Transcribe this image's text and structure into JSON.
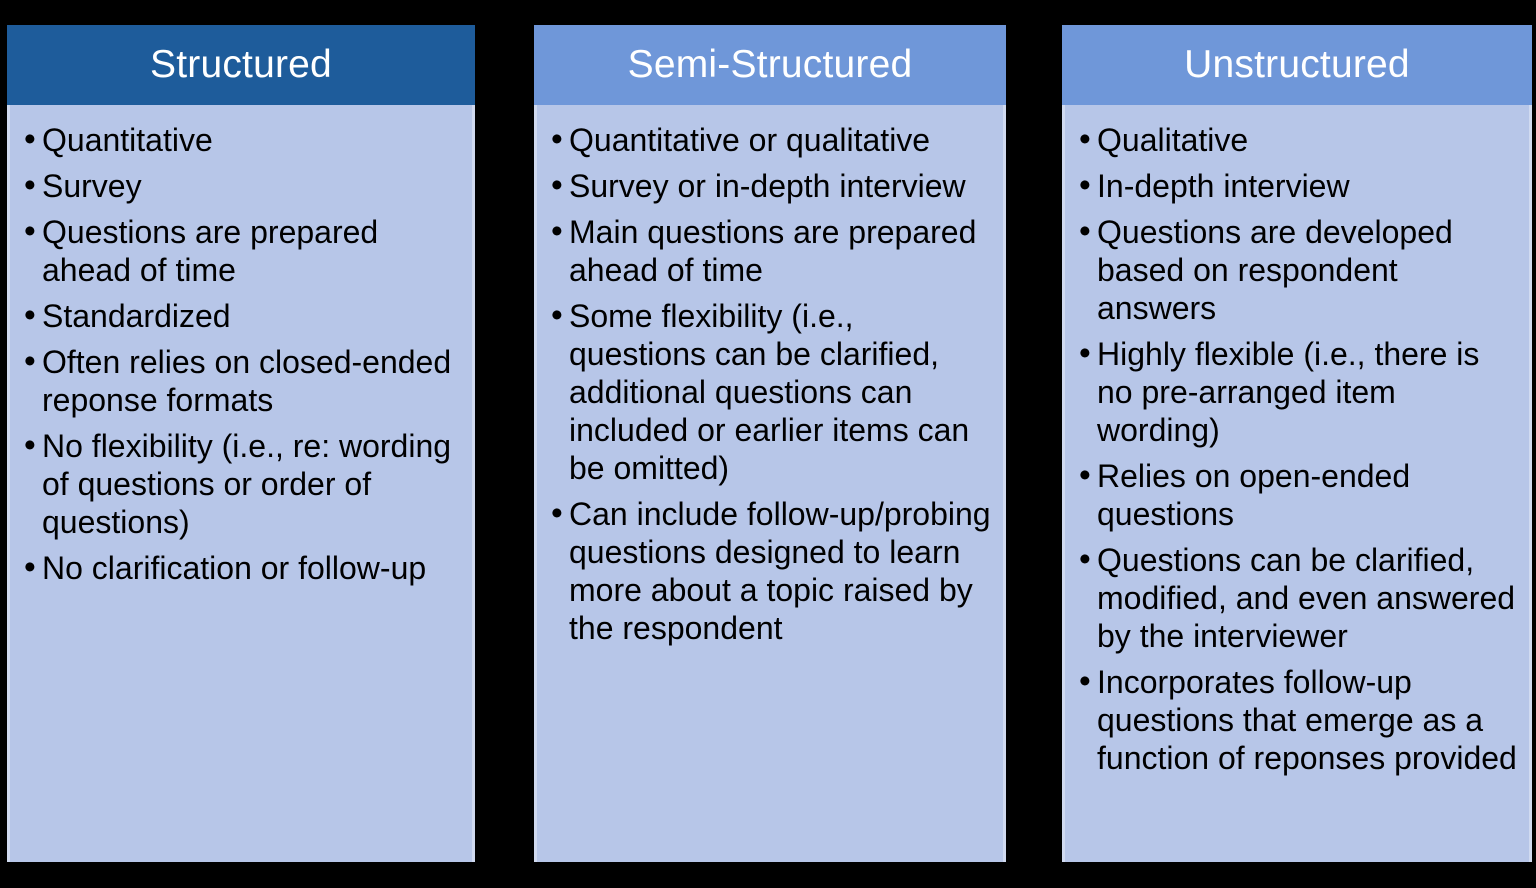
{
  "page": {
    "background_color": "#000000",
    "body_text_color": "#000000",
    "header_text_color": "#FFFFFF"
  },
  "columns": [
    {
      "title": "Structured",
      "header_color": "#1E5C9B",
      "body_color": "#B7C6E8",
      "bullets": [
        "Quantitative",
        "Survey",
        "Questions are prepared ahead of time",
        "Standardized",
        "Often relies on closed-ended reponse formats",
        "No flexibility (i.e., re: wording of questions or order of questions)",
        "No clarification or follow-up"
      ]
    },
    {
      "title": "Semi-Structured",
      "header_color": "#6F97D9",
      "body_color": "#B7C6E8",
      "bullets": [
        "Quantitative or qualitative",
        "Survey or in-depth interview",
        "Main questions are prepared ahead of time",
        "Some flexibility (i.e., questions can be clarified, additional questions can included or earlier items can be omitted)",
        "Can include follow-up/probing questions designed to learn more about a topic raised by the respondent"
      ]
    },
    {
      "title": "Unstructured",
      "header_color": "#6F97D9",
      "body_color": "#B7C6E8",
      "bullets": [
        "Qualitative",
        "In-depth interview",
        "Questions are developed based on respondent answers",
        "Highly flexible (i.e., there is no pre-arranged item wording)",
        "Relies on open-ended questions",
        "Questions can be clarified, modified, and even answered by the interviewer",
        "Incorporates follow-up questions that emerge as a function of reponses provided"
      ]
    }
  ]
}
